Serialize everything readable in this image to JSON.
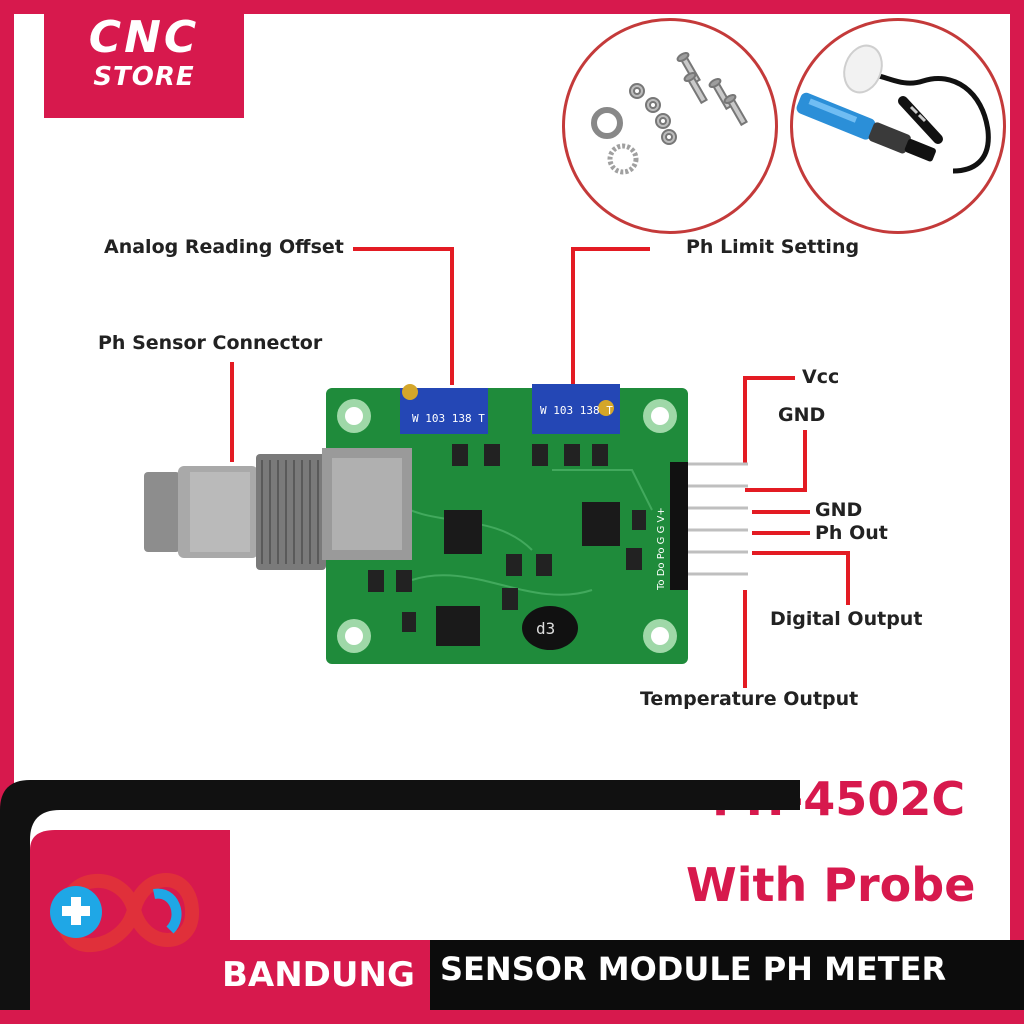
{
  "brand": {
    "line1": "CNC",
    "line2": "STORE",
    "accent_color": "#d7194d"
  },
  "callouts": {
    "analog_offset": "Analog Reading Offset",
    "ph_limit": "Ph Limit Setting",
    "sensor_connector": "Ph Sensor Connector",
    "vcc": "Vcc",
    "gnd_top": "GND",
    "gnd": "GND",
    "ph_out": "Ph Out",
    "digital_output": "Digital Output",
    "temperature_output": "Temperature Output"
  },
  "board": {
    "pin_labels": "To Do Po G G V+",
    "pot1_marking": "W 103 138 T",
    "pot2_marking": "W 103 138 T",
    "ic_marking": "d3"
  },
  "title": {
    "model": "PH-4502C",
    "subtitle": "With Probe"
  },
  "bottom": {
    "city": "BANDUNG",
    "tagline": "SENSOR MODULE PH METER"
  },
  "icons": {
    "accessories": "screws-nuts-washers-icon",
    "probe": "ph-probe-icon",
    "logo": "infinity-cross-logo-icon"
  }
}
